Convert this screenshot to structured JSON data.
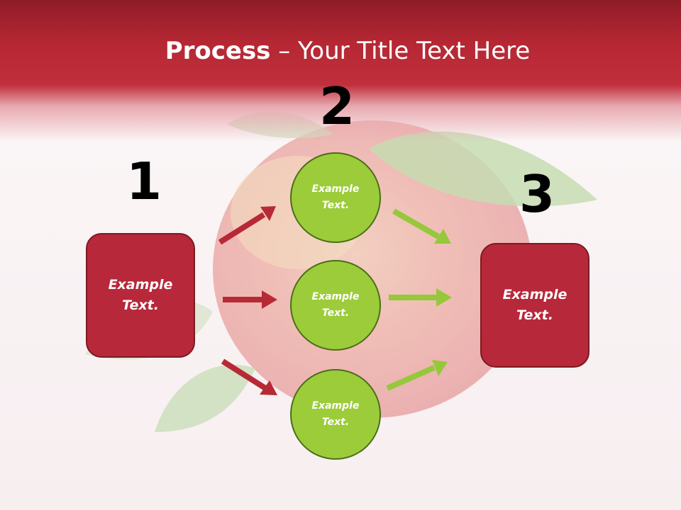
{
  "slide": {
    "title_bold": "Process",
    "title_rest": " – Your Title Text Here"
  },
  "steps": {
    "step1_number": "1",
    "step2_number": "2",
    "step3_number": "3"
  },
  "boxes": {
    "left_text": "Example\nText.",
    "right_text": "Example\nText."
  },
  "circles": [
    {
      "text": "Example\nText."
    },
    {
      "text": "Example\nText."
    },
    {
      "text": "Example\nText."
    }
  ],
  "colors": {
    "header_red": "#b52733",
    "box_red": "#b7283a",
    "circle_green": "#9ccc3a",
    "arrow_red": "#b72a35",
    "arrow_green": "#95c83a"
  },
  "background_image": "apple-with-leaves"
}
